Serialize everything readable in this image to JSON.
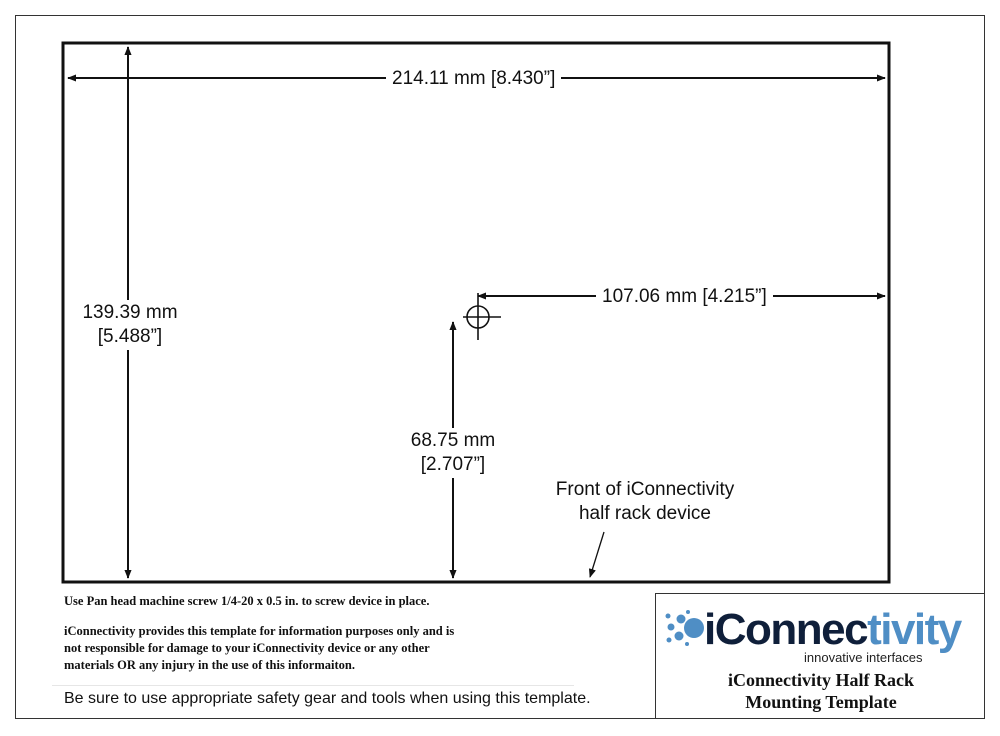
{
  "dimensions": {
    "width": {
      "mm": "214.11 mm",
      "in": "[8.430”]"
    },
    "height": {
      "mm": "139.39 mm",
      "in": "[5.488”]"
    },
    "hole_from_right": {
      "mm": "107.06 mm",
      "in": "[4.215”]"
    },
    "hole_from_bottom": {
      "mm": "68.75 mm",
      "in": "[2.707”]"
    }
  },
  "front_label": {
    "line1": "Front of iConnectivity",
    "line2": "half rack device"
  },
  "notes": {
    "screw": "Use Pan head machine screw 1/4-20 x 0.5 in. to screw device in place.",
    "disclaimer_line1": "iConnectivity provides this template for information purposes only and is",
    "disclaimer_line2": "not responsible for damage to your iConnectivity device or any other",
    "disclaimer_line3": "materials OR any injury in the use of this informaiton.",
    "safety": "Be sure to use appropriate safety gear and tools when using this template."
  },
  "brand": {
    "logo_main": "iConnec",
    "logo_accent": "tivity",
    "tagline": "innovative interfaces",
    "title_line1": "iConnectivity Half Rack",
    "title_line2": "Mounting Template",
    "colors": {
      "navy": "#0f1f3a",
      "blue": "#4f8ec5"
    }
  }
}
